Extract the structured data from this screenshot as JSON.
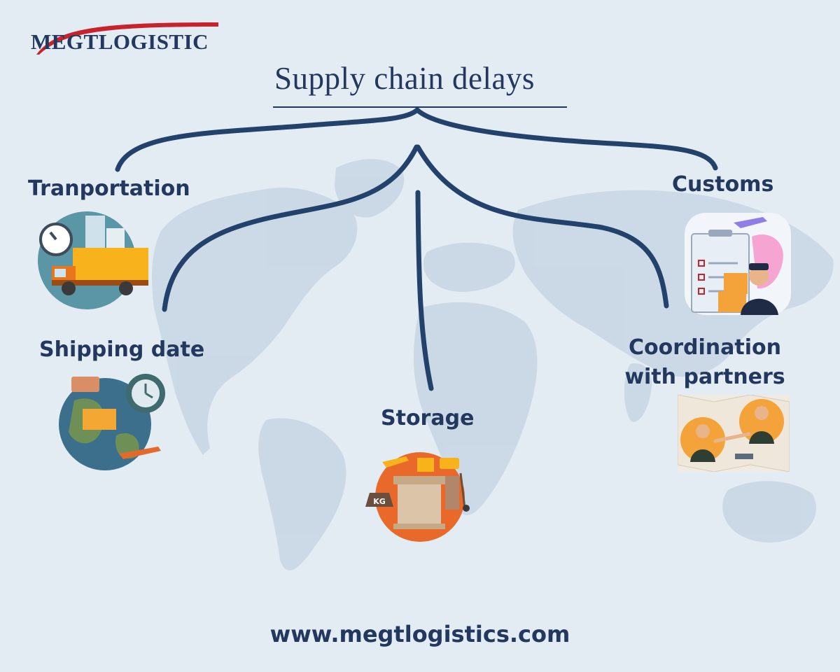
{
  "brand": {
    "logo_text": "MEGTLOGISTIC"
  },
  "title": "Supply chain delays",
  "branches": {
    "transportation": {
      "label": "Tranportation",
      "icon": "truck-24h-icon"
    },
    "customs": {
      "label": "Customs",
      "icon": "customs-officer-clipboard-icon"
    },
    "shipping_date": {
      "label": "Shipping date",
      "icon": "globe-clock-plane-icon"
    },
    "storage": {
      "label": "Storage",
      "icon": "warehouse-box-icon",
      "weight_badge": "KG"
    },
    "coordination": {
      "label": "Coordination with partners",
      "icon": "partners-handshake-map-icon"
    }
  },
  "footer": {
    "url": "www.megtlogistics.com"
  },
  "colors": {
    "background": "#e3ebf3",
    "text": "#22385e",
    "accent_red": "#c8232c",
    "map": "#c7d6e3"
  }
}
